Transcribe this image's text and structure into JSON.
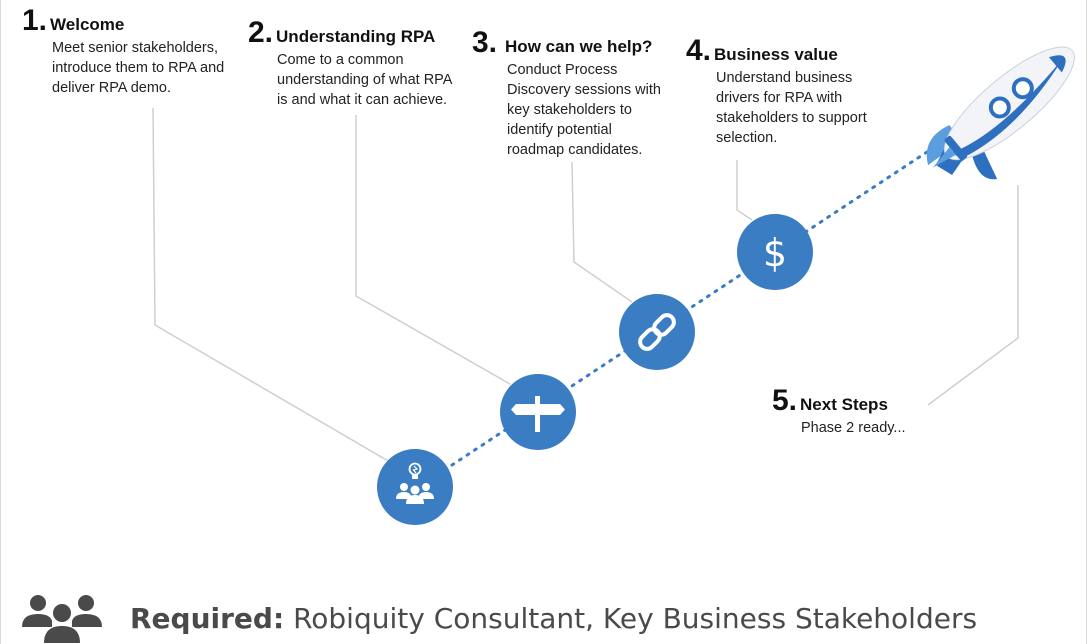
{
  "steps": [
    {
      "number": "1.",
      "title": "Welcome",
      "lines": [
        "Meet senior stakeholders,",
        "introduce them to RPA and",
        "deliver RPA demo."
      ],
      "icon": "people-lightbulb-icon"
    },
    {
      "number": "2.",
      "title": "Understanding RPA",
      "lines": [
        "Come to a common",
        "understanding of what RPA",
        "is and what it can achieve."
      ],
      "icon": "signpost-icon"
    },
    {
      "number": "3.",
      "title": "How can we help?",
      "lines": [
        "Conduct Process",
        "Discovery sessions with",
        "key stakeholders to",
        "identify potential",
        "roadmap candidates."
      ],
      "icon": "link-icon"
    },
    {
      "number": "4.",
      "title": "Business value",
      "lines": [
        "Understand business",
        "drivers for RPA with",
        "stakeholders to support",
        "selection."
      ],
      "icon": "dollar-icon"
    },
    {
      "number": "5.",
      "title": "Next Steps",
      "lines": [
        "Phase 2 ready..."
      ],
      "icon": "rocket-icon"
    }
  ],
  "footer": {
    "required_label": "Required:",
    "required_text": " Robiquity Consultant, Key Business Stakeholders",
    "icon": "group-icon"
  },
  "colors": {
    "circle": "#3a7dc3",
    "dots": "#3a7dc3",
    "connector": "#c8c8c8",
    "rocket_body": "#f2f4f7",
    "rocket_blue": "#2f6fbf"
  }
}
